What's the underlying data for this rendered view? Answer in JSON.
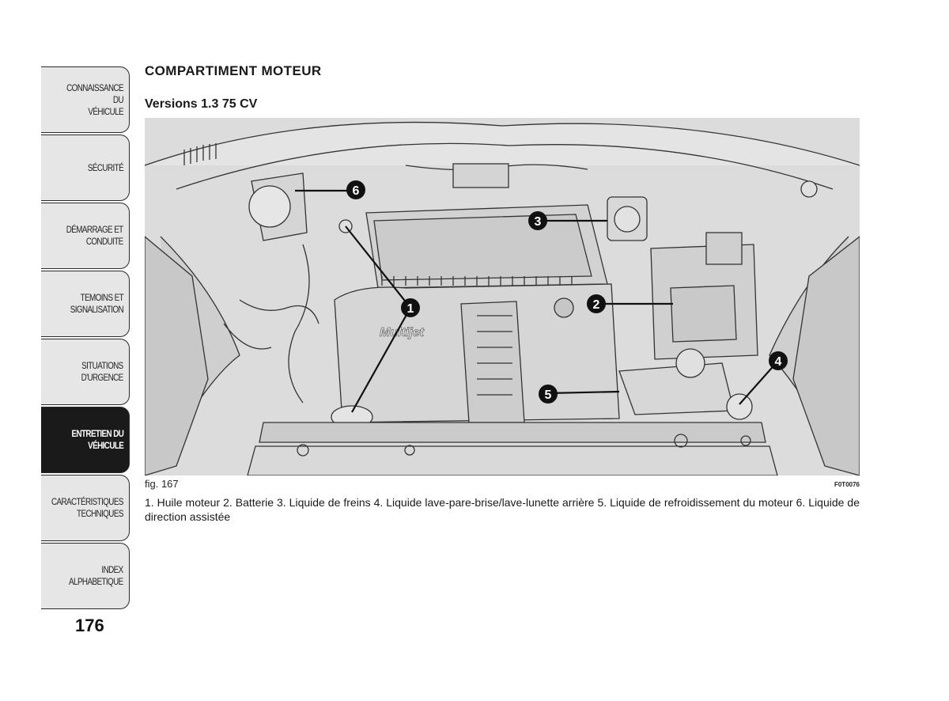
{
  "tabs": [
    {
      "label": "CONNAISSANCE DU\nVÉHICULE",
      "active": false
    },
    {
      "label": "SÉCURITÉ",
      "active": false
    },
    {
      "label": "DÉMARRAGE ET\nCONDUITE",
      "active": false
    },
    {
      "label": "TEMOINS ET\nSIGNALISATION",
      "active": false
    },
    {
      "label": "SITUATIONS\nD'URGENCE",
      "active": false
    },
    {
      "label": "ENTRETIEN DU\nVÉHICULE",
      "active": true
    },
    {
      "label": "CARACTÉRISTIQUES\nTECHNIQUES",
      "active": false
    },
    {
      "label": "INDEX\nALPHABETIQUE",
      "active": false
    }
  ],
  "page_number": "176",
  "section_title": "COMPARTIMENT MOTEUR",
  "subtitle": "Versions 1.3 75 CV",
  "figure": {
    "label": "fig. 167",
    "code": "F0T0076",
    "engine_badge": "Multijet",
    "callouts": [
      "1",
      "2",
      "3",
      "4",
      "5",
      "6"
    ]
  },
  "caption": "1. Huile moteur 2. Batterie 3. Liquide de freins 4. Liquide lave-pare-brise/lave-lunette arrière 5. Liquide de refroidissement du moteur 6. Liquide de direction assistée"
}
